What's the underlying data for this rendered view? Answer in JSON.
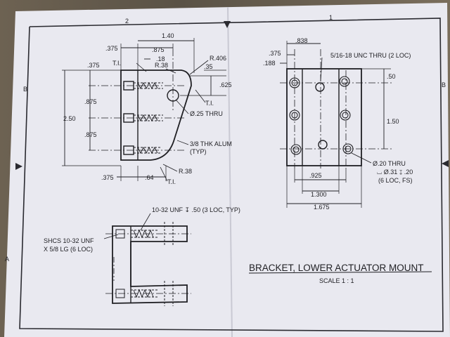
{
  "zones": {
    "top_left": "2",
    "top_right": "1",
    "row_b_left": "B",
    "row_b_right": "B",
    "row_a_left": "A"
  },
  "side_view": {
    "dims": {
      "d140": "1.40",
      "d375_top": ".375",
      "d875_top": ".875",
      "d18": ".18",
      "ti_1": "T.I.",
      "r38_top": "R.38",
      "r406": "R.406",
      "d375_left": ".375",
      "d35": ".35",
      "d625": ".625",
      "d875_a": ".875",
      "d250": "2.50",
      "d875_b": ".875",
      "thru_25": "Ø.25 THRU",
      "ti_2": "T.I.",
      "alum_1": "3/8 THK ALUM",
      "alum_2": "(TYP)",
      "r38_bottom": "R.38",
      "d375_bottom": ".375",
      "d64": ".64",
      "ti_3": "T.I."
    }
  },
  "front_view": {
    "dims": {
      "d838": ".838",
      "d375": ".375",
      "d188": ".188",
      "unc": "5/16-18 UNC THRU (2 LOC)",
      "d50": ".50",
      "d150": "1.50",
      "thru_20_1": "Ø.20 THRU",
      "thru_20_2": "⌴ Ø.31 ↧ .20",
      "thru_20_3": "(6 LOC, FS)",
      "d925": ".925",
      "d1300": "1.300",
      "d1675": "1.675"
    }
  },
  "top_view": {
    "callout_tap": "10-32 UNF ↧ .50 (3 LOC, TYP)",
    "callout_shcs_1": "SHCS 10-32 UNF",
    "callout_shcs_2": "X 5/8 LG (6 LOC)"
  },
  "title_block": {
    "title": "BRACKET, LOWER ACTUATOR MOUNT",
    "scale": "SCALE 1 : 1"
  }
}
